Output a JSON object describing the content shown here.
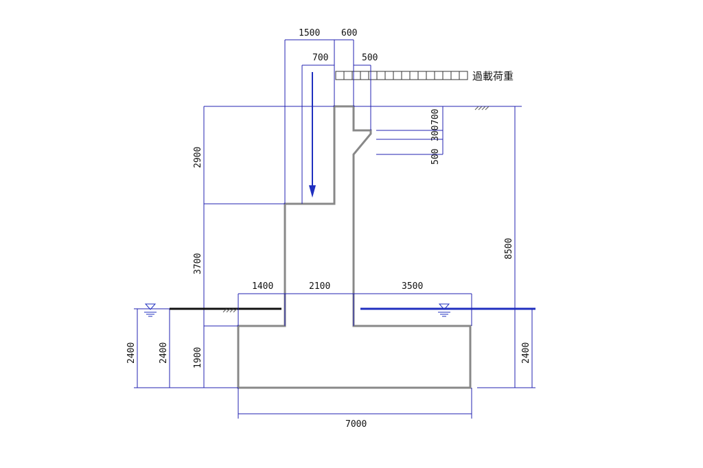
{
  "diagram": {
    "surcharge_label": "過載荷重",
    "dimensions_top": [
      "1500",
      "600",
      "700",
      "500"
    ],
    "dimensions_right_small": [
      "700",
      "300",
      "500"
    ],
    "dimension_total_height": "8500",
    "dimensions_left": [
      "2900",
      "3700",
      "1900",
      "2400",
      "2400"
    ],
    "dimensions_base": [
      "1400",
      "2100",
      "3500"
    ],
    "dimension_base_width": "7000",
    "dimension_right_water": "2400",
    "colors": {
      "dimension": "#2020b0",
      "structure": "#888888",
      "groundwater": "#1f2fbf"
    }
  }
}
